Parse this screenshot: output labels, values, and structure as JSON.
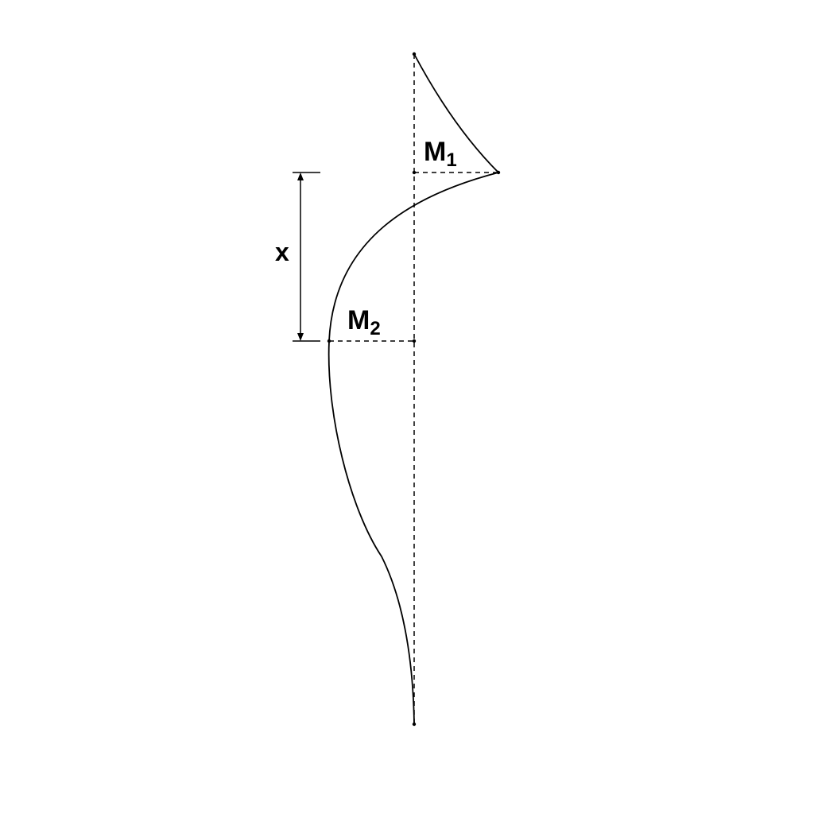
{
  "diagram": {
    "type": "bending-moment-diagram",
    "labels": {
      "m1_main": "M",
      "m1_sub": "1",
      "m2_main": "M",
      "m2_sub": "2",
      "x": "x"
    },
    "colors": {
      "line": "#000000",
      "dashed": "#000000",
      "background": "#ffffff"
    }
  }
}
